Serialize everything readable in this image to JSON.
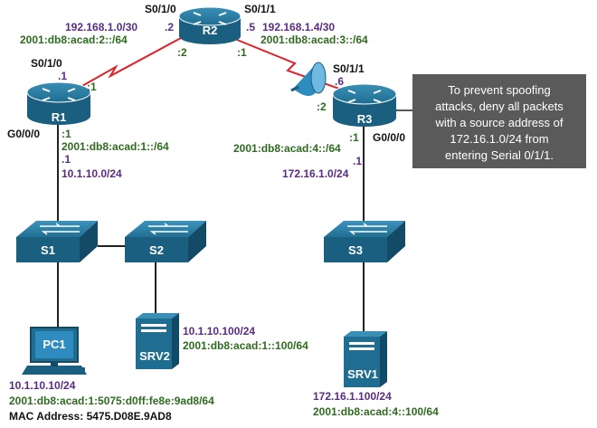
{
  "devices": {
    "r1": "R1",
    "r2": "R2",
    "r3": "R3",
    "s1": "S1",
    "s2": "S2",
    "s3": "S3",
    "pc1": "PC1",
    "srv1": "SRV1",
    "srv2": "SRV2"
  },
  "labels": {
    "r2_if_left": "S0/1/0",
    "r2_if_right": "S0/1/1",
    "r2_net_left_v4": "192.168.1.0/30",
    "r2_host_left": ".2",
    "r2_net_left_v6": "2001:db8:acad:2::/64",
    "r2_v6_left": ":2",
    "r2_net_right_v4": "192.168.1.4/30",
    "r2_host_right": ".5",
    "r2_net_right_v6": "2001:db8:acad:3::/64",
    "r2_v6_right": ":1",
    "r1_if_serial": "S0/1/0",
    "r1_host_serial": ".1",
    "r1_v6_serial": ":1",
    "r1_if_g": "G0/0/0",
    "r1_v6_g": ":1",
    "r1_net_v6": "2001:db8:acad:1::/64",
    "r1_host_g": ".1",
    "r1_net_v4": "10.1.10.0/24",
    "r3_if_serial": "S0/1/1",
    "r3_host_serial": ".6",
    "r3_v6_serial": ":2",
    "r3_if_g": "G0/0/0",
    "r3_v6_g": ":1",
    "r3_net_v6": "2001:db8:acad:4::/64",
    "r3_host_g": ".1",
    "r3_net_v4": "172.16.1.0/24",
    "srv2_v4": "10.1.10.100/24",
    "srv2_v6": "2001:db8:acad:1::100/64",
    "pc1_v4": "10.1.10.10/24",
    "pc1_v6": "2001:db8:acad:1:5075:d0ff:fe8e:9ad8/64",
    "pc1_mac": "MAC Address: 5475.D08E.9AD8",
    "srv1_v4": "172.16.1.100/24",
    "srv1_v6": "2001:db8:acad:4::100/64"
  },
  "callout": {
    "lines": [
      "To prevent spoofing",
      "attacks, deny all packets",
      "with a source address of",
      "172.16.1.0/24 from",
      "entering Serial 0/1/1."
    ]
  },
  "colors": {
    "device_blue": "#1f6e92",
    "ipv4_text": "#5b2c83",
    "ipv6_text": "#2e6b1f",
    "serial_link": "#e0202a",
    "callout_bg": "#5a5a5a",
    "acl_cone": "#2f8cc0"
  },
  "icons": {
    "acl_filter": "filter-cone-icon",
    "router": "router-icon",
    "switch": "switch-icon",
    "server": "server-icon",
    "pc": "pc-icon"
  }
}
